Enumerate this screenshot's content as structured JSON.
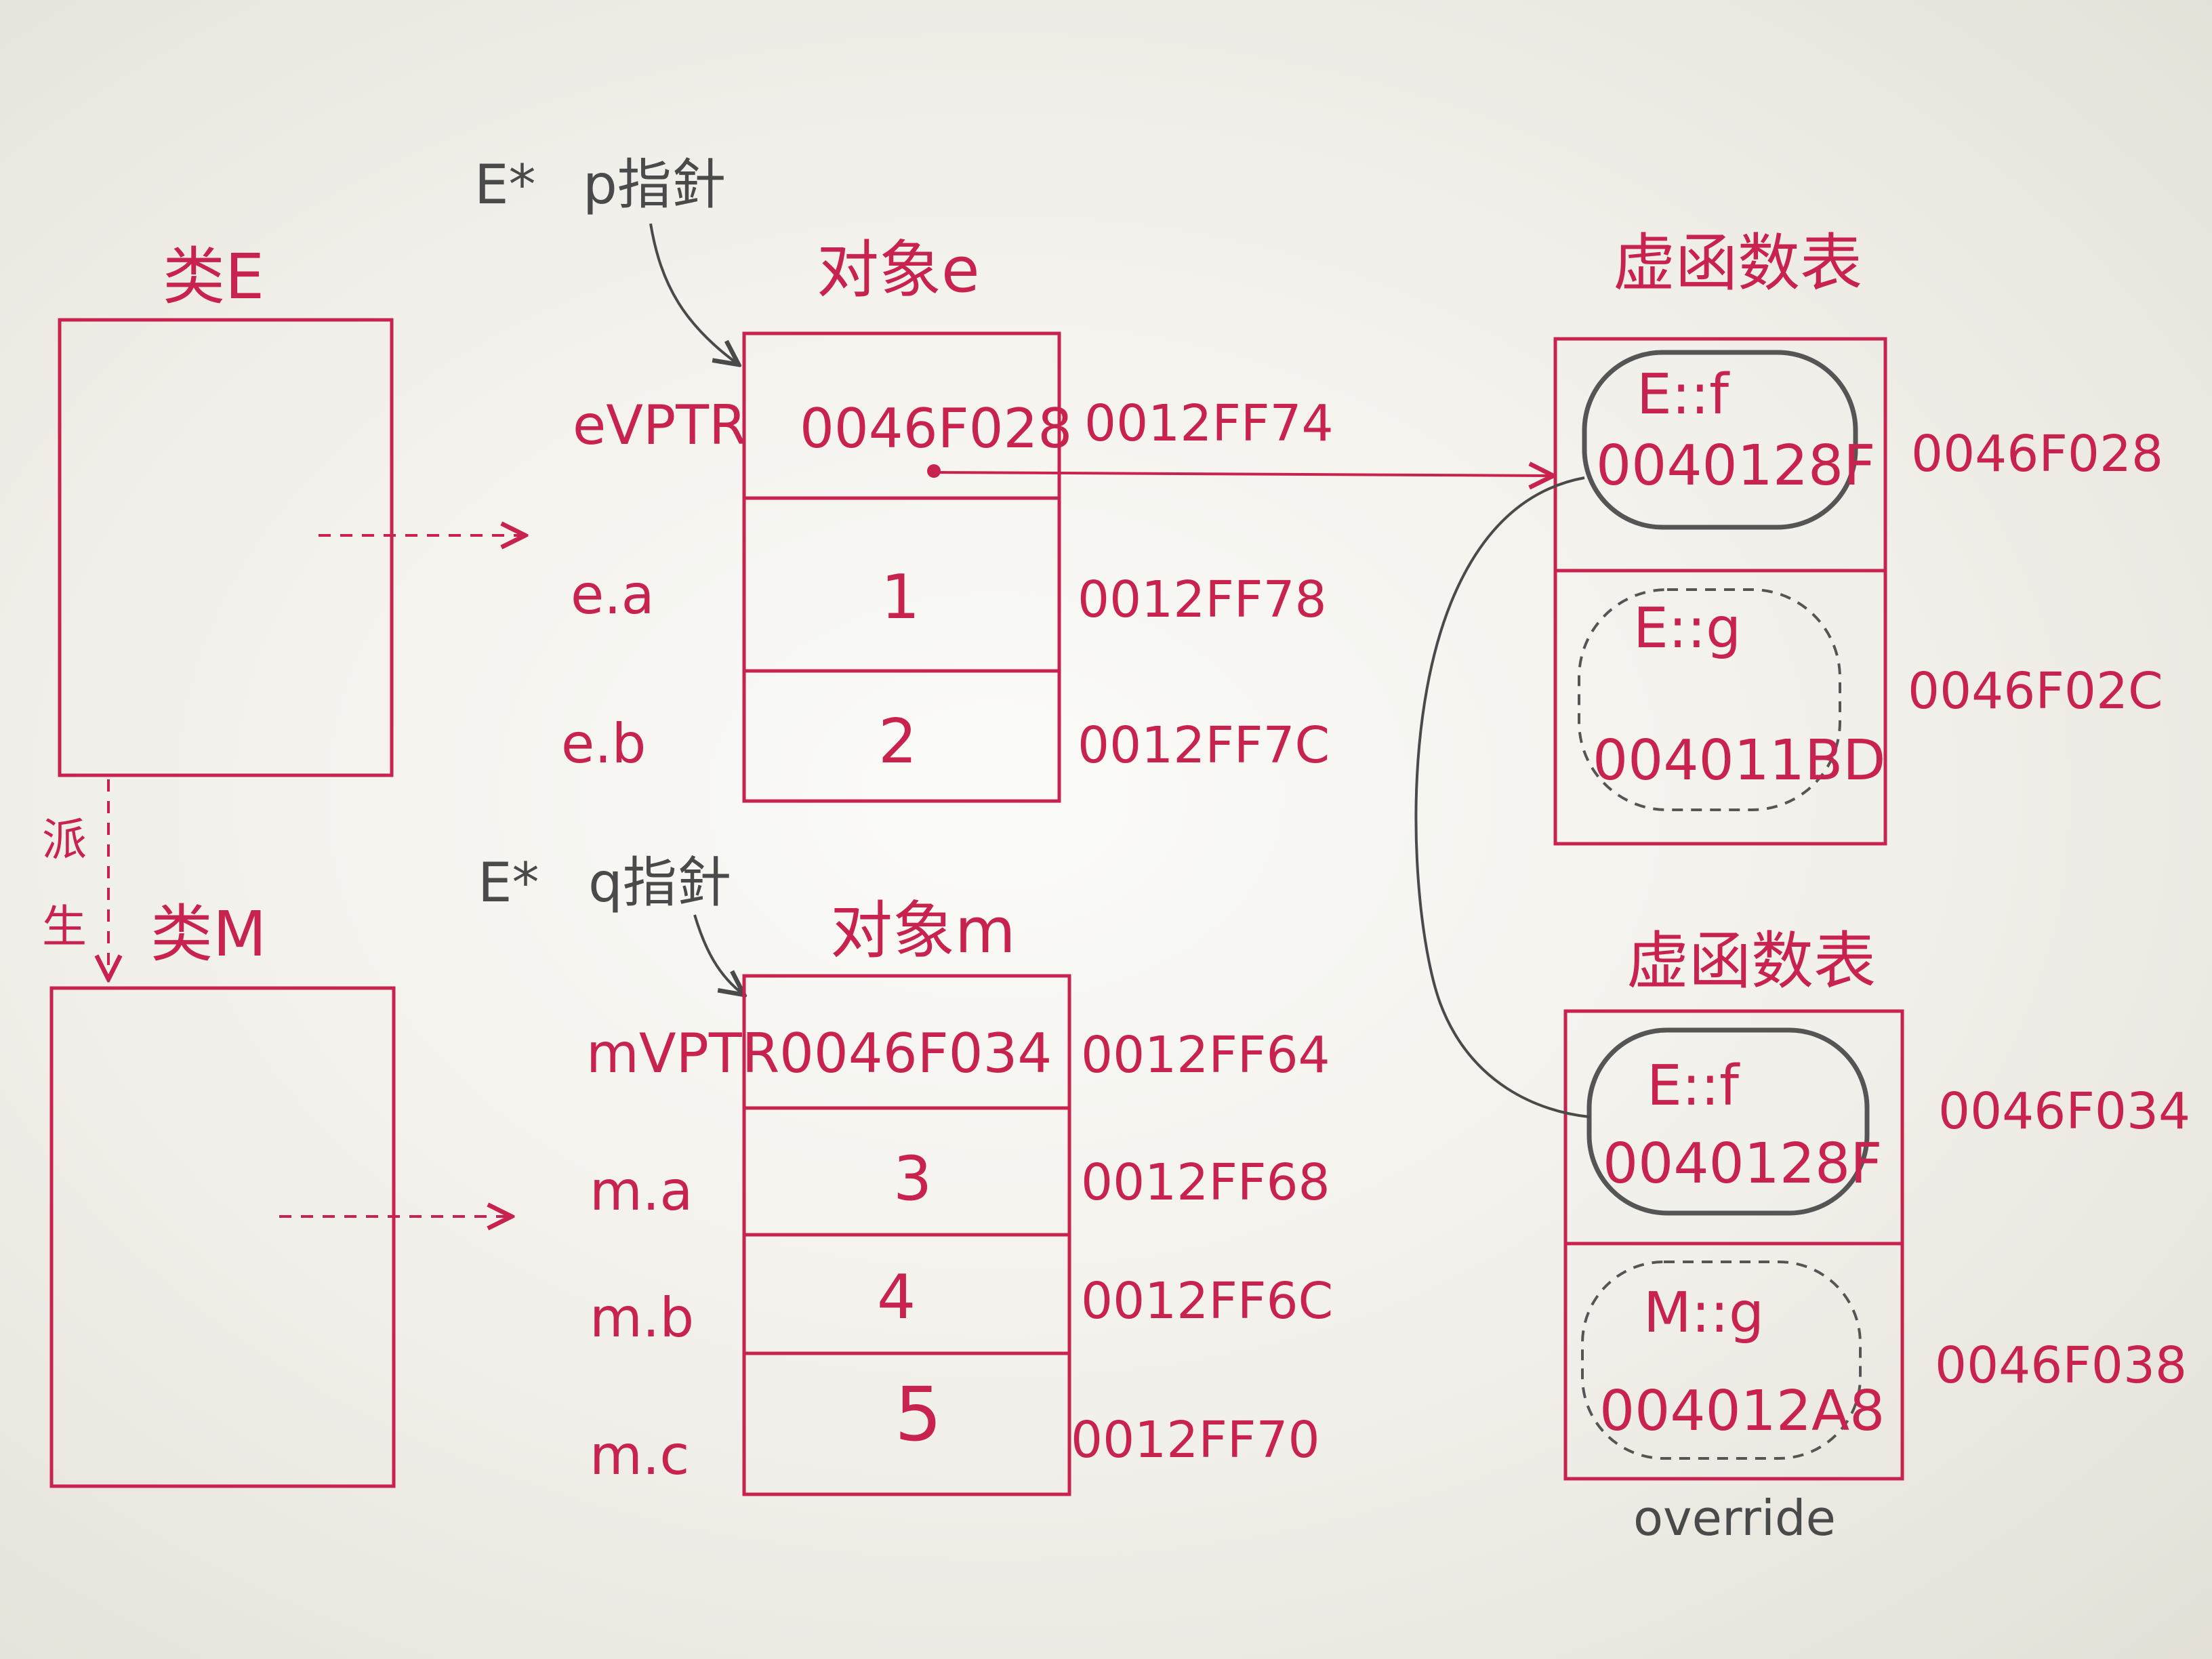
{
  "class_e": {
    "title": "类E"
  },
  "class_m": {
    "title": "类M"
  },
  "derive": {
    "label_1": "派",
    "label_2": "生"
  },
  "pointer_p": {
    "type": "E*",
    "name": "p指針"
  },
  "pointer_q": {
    "type": "E*",
    "name": "q指針"
  },
  "object_e": {
    "title": "对象e",
    "rows": [
      {
        "name": "eVPTR",
        "value": "0046F028",
        "address": "0012FF74"
      },
      {
        "name": "e.a",
        "value": "1",
        "address": "0012FF78"
      },
      {
        "name": "e.b",
        "value": "2",
        "address": "0012FF7C"
      }
    ]
  },
  "object_m": {
    "title": "对象m",
    "rows": [
      {
        "name": "mVPTR",
        "value": "0046F034",
        "address": "0012FF64"
      },
      {
        "name": "m.a",
        "value": "3",
        "address": "0012FF68"
      },
      {
        "name": "m.b",
        "value": "4",
        "address": "0012FF6C"
      },
      {
        "name": "m.c",
        "value": "5",
        "address": "0012FF70"
      }
    ]
  },
  "vtable_e": {
    "title": "虚函数表",
    "entries": [
      {
        "func": "E::f",
        "addr": "0040128F",
        "slot_address": "0046F028"
      },
      {
        "func": "E::g",
        "addr": "004011BD",
        "slot_address": "0046F02C"
      }
    ]
  },
  "vtable_m": {
    "title": "虚函数表",
    "entries": [
      {
        "func": "E::f",
        "addr": "0040128F",
        "slot_address": "0046F034"
      },
      {
        "func": "M::g",
        "addr": "004012A8",
        "slot_address": "0046F038"
      }
    ],
    "note": "override"
  },
  "colors": {
    "ink_red": "#c8234e",
    "pencil": "#4a4a4a",
    "paper": "#f4f2ec"
  }
}
